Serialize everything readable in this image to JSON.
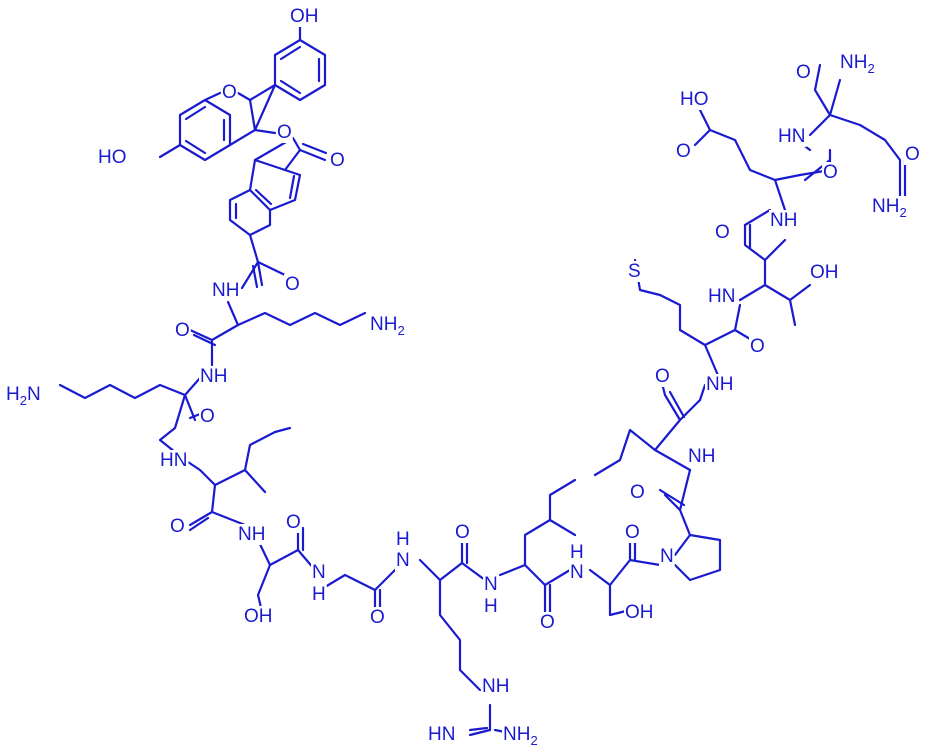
{
  "ink_color": "#1a1ad0",
  "labels": [
    {
      "id": "oh-top",
      "text": "OH"
    },
    {
      "id": "o-xanthene",
      "text": "O"
    },
    {
      "id": "o-lactone",
      "text": "O"
    },
    {
      "id": "o-lactone-co",
      "text": "O"
    },
    {
      "id": "ho-left",
      "text": "HO"
    },
    {
      "id": "o-amide-fl",
      "text": "O"
    },
    {
      "id": "nh-fl",
      "text": "NH"
    },
    {
      "id": "nh2-lys1",
      "text": "NH",
      "sub": "2"
    },
    {
      "id": "o-lys1",
      "text": "O"
    },
    {
      "id": "nh-lys2",
      "text": "NH"
    },
    {
      "id": "h2n-lys2",
      "text": "H",
      "sub": "2",
      "tail": "N"
    },
    {
      "id": "o-lys2",
      "text": "O"
    },
    {
      "id": "hn-ile1",
      "text": "HN"
    },
    {
      "id": "o-ile1",
      "text": "O"
    },
    {
      "id": "nh-ser1",
      "text": "NH"
    },
    {
      "id": "oh-ser1",
      "text": "OH"
    },
    {
      "id": "o-ser1",
      "text": "O"
    },
    {
      "id": "n-gly",
      "text": "N"
    },
    {
      "id": "h-gly",
      "text": "H"
    },
    {
      "id": "o-gly",
      "text": "O"
    },
    {
      "id": "h-arg",
      "text": "H"
    },
    {
      "id": "n-arg",
      "text": "N"
    },
    {
      "id": "o-arg",
      "text": "O"
    },
    {
      "id": "nh-arg-side",
      "text": "NH"
    },
    {
      "id": "hn-arg",
      "text": "HN"
    },
    {
      "id": "nh2-arg",
      "text": "NH",
      "sub": "2"
    },
    {
      "id": "n-leu",
      "text": "N"
    },
    {
      "id": "h-leu",
      "text": "H"
    },
    {
      "id": "o-leu",
      "text": "O"
    },
    {
      "id": "h-ser2",
      "text": "H"
    },
    {
      "id": "n-ser2",
      "text": "N"
    },
    {
      "id": "oh-ser2",
      "text": "OH"
    },
    {
      "id": "o-ser2",
      "text": "O"
    },
    {
      "id": "n-pro",
      "text": "N"
    },
    {
      "id": "o-pro",
      "text": "O"
    },
    {
      "id": "nh-ile2",
      "text": "NH"
    },
    {
      "id": "o-ile2",
      "text": "O"
    },
    {
      "id": "nh-met",
      "text": "NH"
    },
    {
      "id": "s-met",
      "text": "S"
    },
    {
      "id": "o-met",
      "text": "O"
    },
    {
      "id": "hn-thr",
      "text": "HN"
    },
    {
      "id": "oh-thr",
      "text": "OH"
    },
    {
      "id": "o-thr",
      "text": "O"
    },
    {
      "id": "nh-glu",
      "text": "NH"
    },
    {
      "id": "o-glu",
      "text": "O"
    },
    {
      "id": "ho-glu",
      "text": "HO"
    },
    {
      "id": "o-glu-acid",
      "text": "O"
    },
    {
      "id": "hn-gln",
      "text": "HN"
    },
    {
      "id": "o-gln-amide",
      "text": "O"
    },
    {
      "id": "nh2-gln-top",
      "text": "NH",
      "sub": "2"
    },
    {
      "id": "o-gln-top",
      "text": "O"
    },
    {
      "id": "nh2-gln-side",
      "text": "NH",
      "sub": "2"
    }
  ]
}
